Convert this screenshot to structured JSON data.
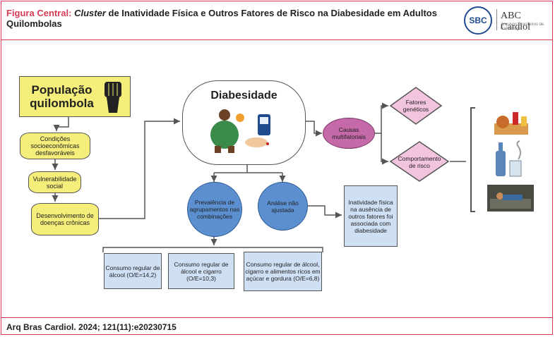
{
  "header": {
    "title_lead": "Figura Central:",
    "title_italic": "Cluster",
    "title_rest": " de Inatividade Física e Outros Fatores de Risco na Diabesidade em Adultos Quilombolas",
    "logo_sbc": "SBC",
    "logo_abc": "ABC Cardiol",
    "logo_abc_sub": "Arquivos Brasileiros de Cardiologia"
  },
  "nodes": {
    "population": "População quilombola",
    "conditions": "Condições socioeconômicas desfavoráveis",
    "vulnerability": "Vulnerabilidade social",
    "chronic": "Desenvolvimento de doenças crônicas",
    "diabesity": "Diabesidade",
    "prevalence": "Prevalência de agrupamentos nas combinações",
    "unadjusted": "Análise não ajustada",
    "inactivity": "Inatividade física na ausência de outros fatores foi associada com diabesidade",
    "causes": "Causas multifatoriais",
    "genetic": "Fatores genéticos",
    "behavior": "Comportamento de risco",
    "alcohol": "Consumo regular de álcool (O/E=14,2)",
    "alcohol_cig": "Consumo regular de álcool e cigarro (O/E=10,3)",
    "alcohol_cig_food": "Consumo regular de álcool, cigarro e alimentos ricos em açúcar e gordura (O/E=6,8)"
  },
  "icons": [
    "fist-icon",
    "obese-person-icon",
    "glucometer-icon",
    "junk-food-icon",
    "alcohol-smoking-icon",
    "sedentary-icon"
  ],
  "colors": {
    "accent": "#d63a54",
    "yellow": "#f6ee7a",
    "blue": "#5b8fd0",
    "pink": "#f3c4dd",
    "magenta": "#c569a9",
    "lightblue": "#cfe0f5"
  },
  "footer": {
    "citation": "Arq Bras Cardiol. 2024; 121(11):e20230715"
  }
}
